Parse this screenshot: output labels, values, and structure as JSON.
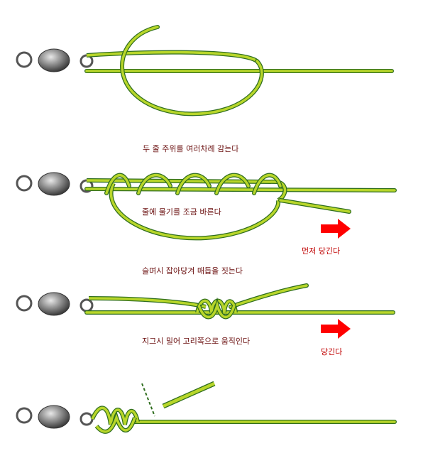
{
  "captions": {
    "step1": "두 줄 주위를 여러차례 감는다",
    "step2_inner": "줄에 물기를 조금 바른다",
    "step2_pull": "먼저 당긴다",
    "step3": "슬며시 잡아당겨 매듭을 짓는다",
    "step3_inner": "지그시 밀어 고리쪽으로 움직인다",
    "step3_pull": "당긴다"
  },
  "colors": {
    "line_fill": "#b8d62a",
    "line_edge": "#2f6e1e",
    "caption": "#6b1010",
    "arrow": "#ff0000",
    "sinker": "#8a8a8a"
  },
  "icons": {
    "arrow": "right-arrow-icon",
    "cut_mark": "dashed-cut-line"
  }
}
